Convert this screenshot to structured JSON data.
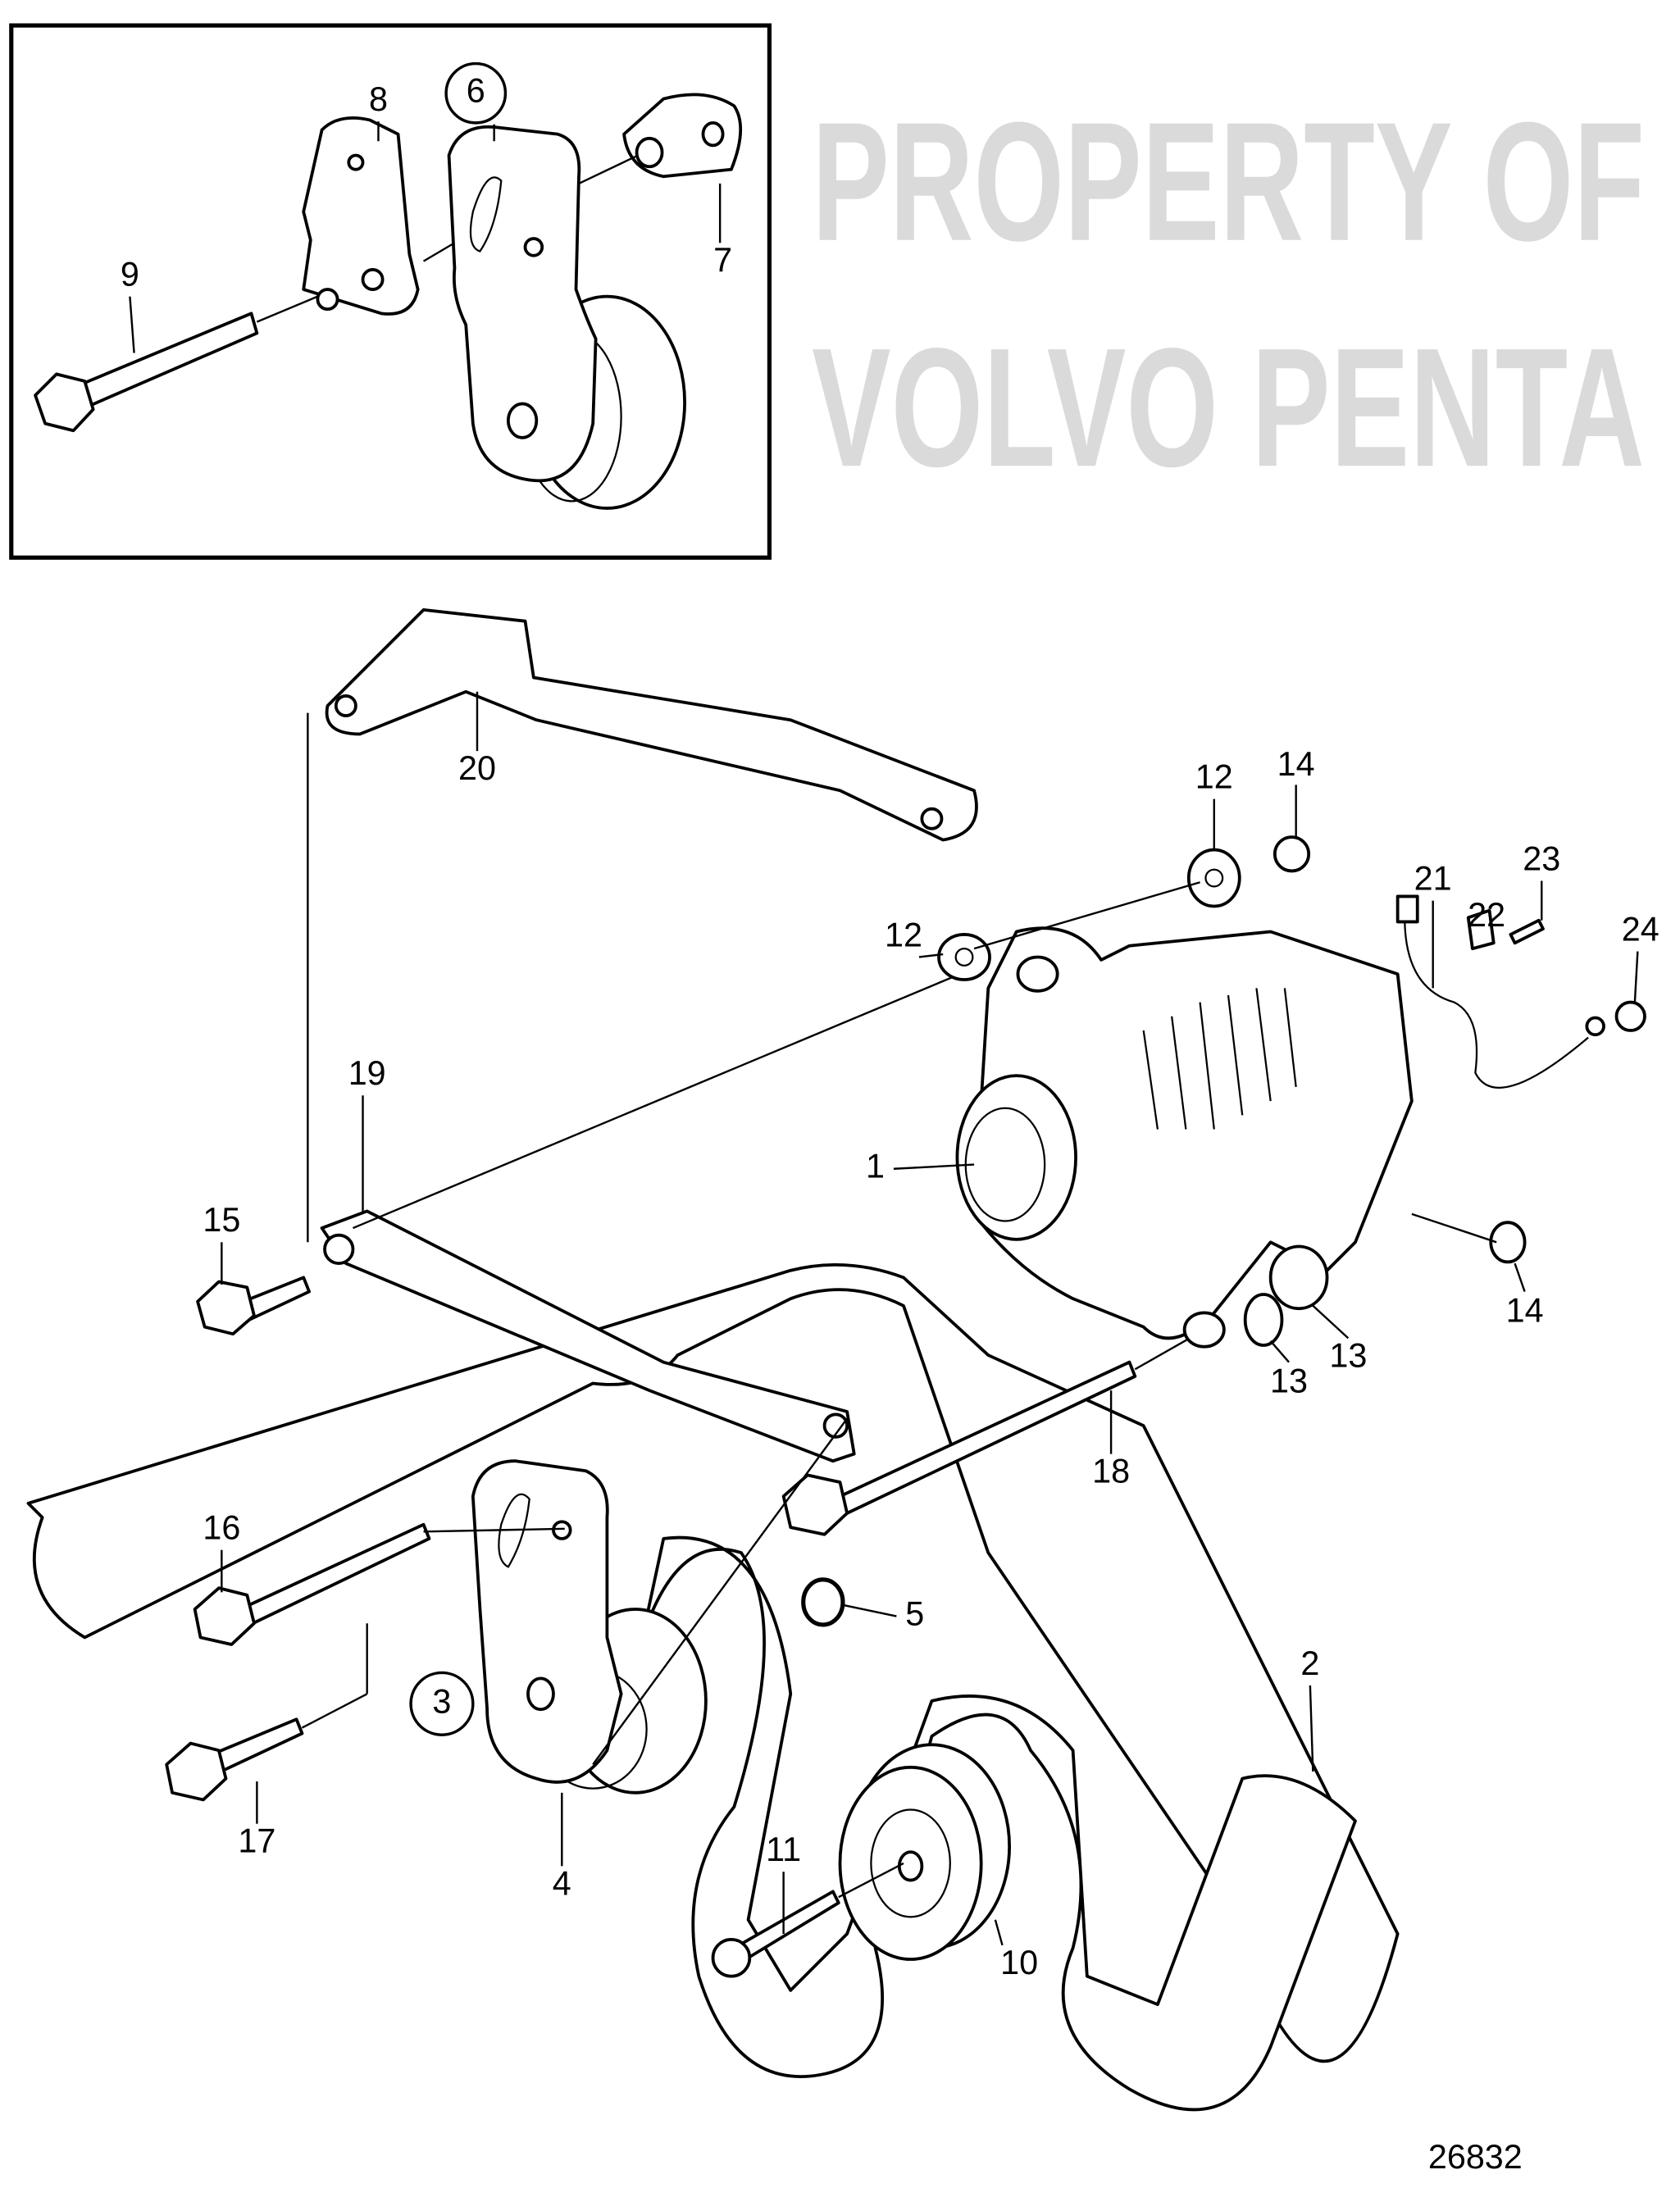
{
  "diagram": {
    "watermark": {
      "line1": "PROPERTY OF",
      "line2": "VOLVO PENTA"
    },
    "reference_number": "26832",
    "inset_callouts": {
      "c8": "8",
      "c6": "6",
      "c7": "7",
      "c9": "9"
    },
    "callouts": {
      "c20": "20",
      "c12a": "12",
      "c14a": "14",
      "c12b": "12",
      "c21": "21",
      "c23": "23",
      "c22": "22",
      "c24": "24",
      "c19": "19",
      "c1": "1",
      "c15": "15",
      "c14b": "14",
      "c13a": "13",
      "c13b": "13",
      "c18": "18",
      "c16": "16",
      "c5": "5",
      "c3": "3",
      "c2": "2",
      "c4": "4",
      "c17": "17",
      "c11": "11",
      "c10": "10"
    }
  }
}
